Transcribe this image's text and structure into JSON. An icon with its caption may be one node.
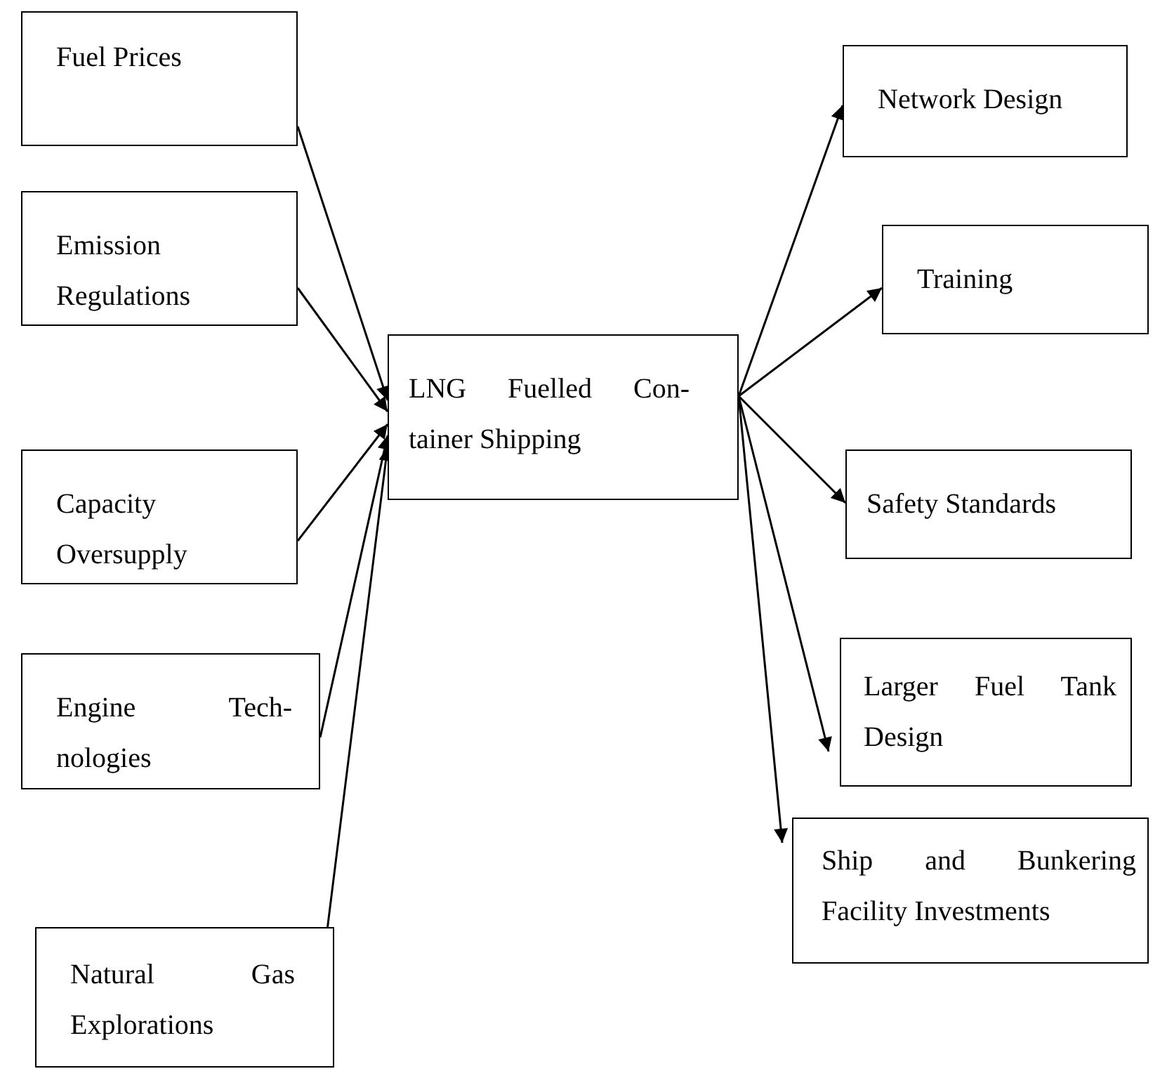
{
  "diagram": {
    "nodes": [
      {
        "text": [
          "Fuel Prices"
        ]
      },
      {
        "text": [
          "Emission Regulations"
        ]
      },
      {
        "text": [
          "Capacity Oversupply"
        ]
      },
      {
        "text": [
          "Engine Tech- nologies"
        ]
      },
      {
        "text": [
          "Natural Gas Explorations"
        ]
      },
      {
        "text": [
          "LNG Fuelled Con- tainer Shipping"
        ]
      },
      {
        "text": [
          "Network Design"
        ]
      },
      {
        "text": [
          "Training"
        ]
      },
      {
        "text": [
          "Safety Standards"
        ]
      },
      {
        "text": [
          "Larger Fuel Tank Design"
        ]
      },
      {
        "text": [
          "Ship and Bunkering Facility Investments"
        ]
      }
    ],
    "edges": [
      {
        "from": 0,
        "to": 5,
        "arrow": "to"
      },
      {
        "from": 1,
        "to": 5,
        "arrow": "to"
      },
      {
        "from": 2,
        "to": 5,
        "arrow": "to"
      },
      {
        "from": 3,
        "to": 5,
        "arrow": "to"
      },
      {
        "from": 4,
        "to": 5,
        "arrow": "to"
      },
      {
        "from": 5,
        "to": 6,
        "arrow": "to"
      },
      {
        "from": 5,
        "to": 7,
        "arrow": "to"
      },
      {
        "from": 5,
        "to": 8,
        "arrow": "to"
      },
      {
        "from": 5,
        "to": 9,
        "arrow": "to"
      },
      {
        "from": 5,
        "to": 10,
        "arrow": "to"
      }
    ]
  }
}
